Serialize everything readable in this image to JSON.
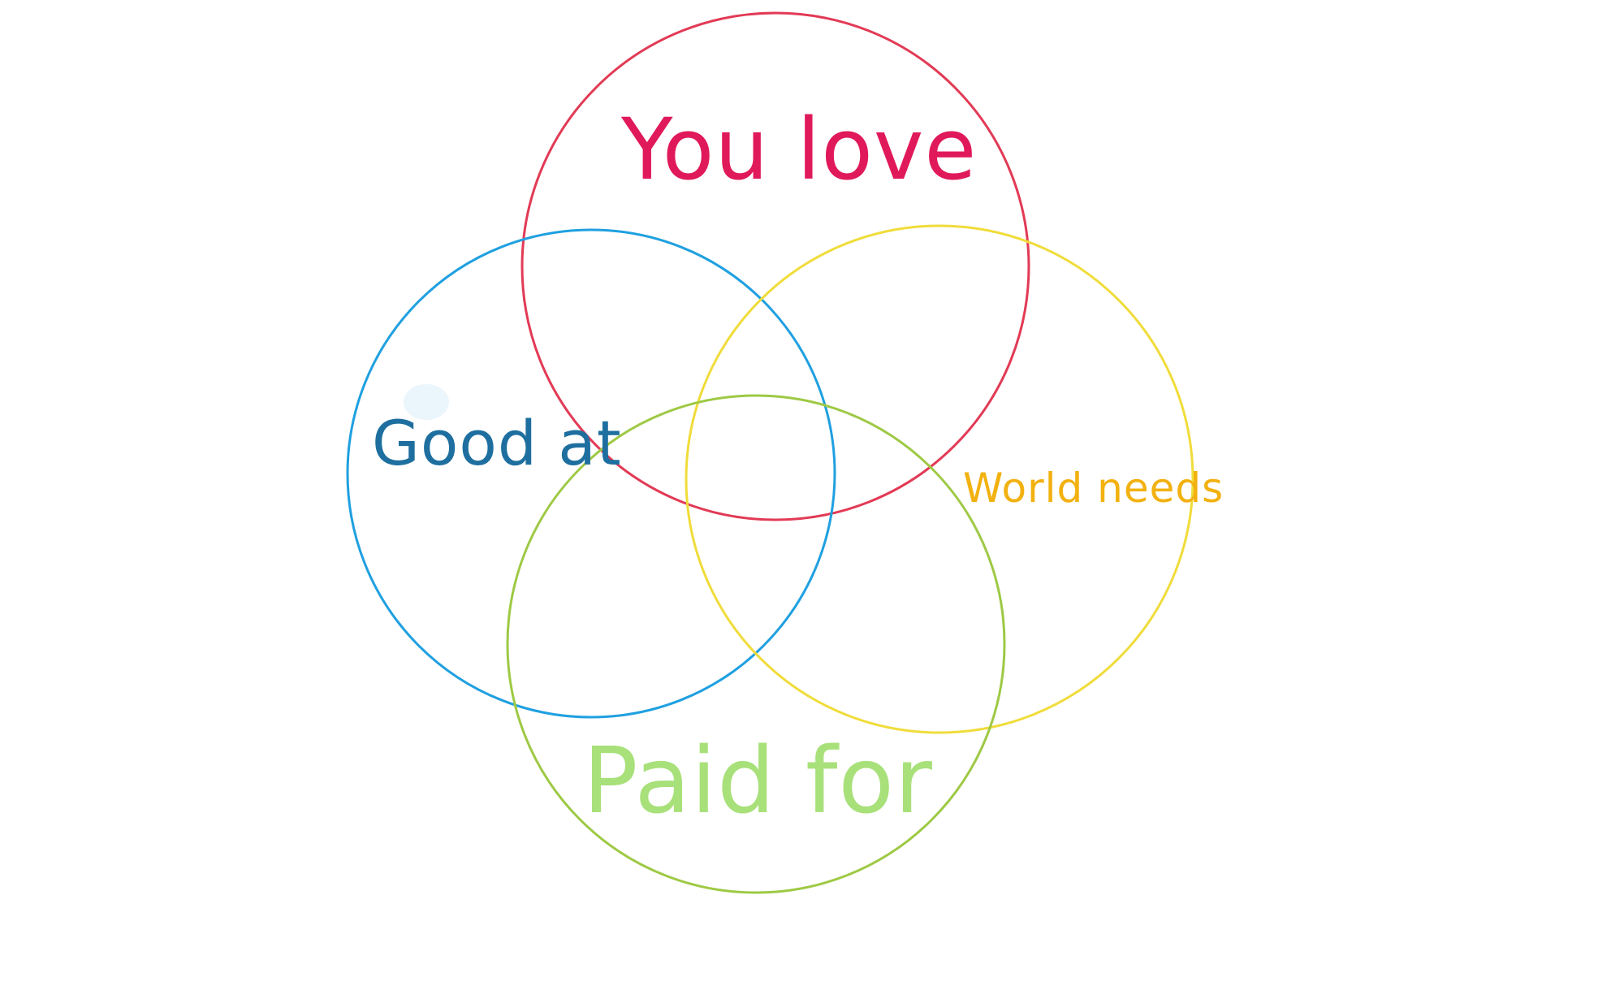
{
  "diagram": {
    "circles": [
      {
        "id": "love",
        "label": "You love",
        "stroke": "#e23a55",
        "text_color": "#e0195a"
      },
      {
        "id": "good",
        "label": "Good at",
        "stroke": "#1fa0e0",
        "text_color": "#1e6f9f"
      },
      {
        "id": "world",
        "label": "World needs",
        "stroke": "#f0dc3a",
        "text_color": "#f2b10f"
      },
      {
        "id": "paid",
        "label": "Paid for",
        "stroke": "#9ec944",
        "text_color": "#a8e07a"
      }
    ]
  }
}
